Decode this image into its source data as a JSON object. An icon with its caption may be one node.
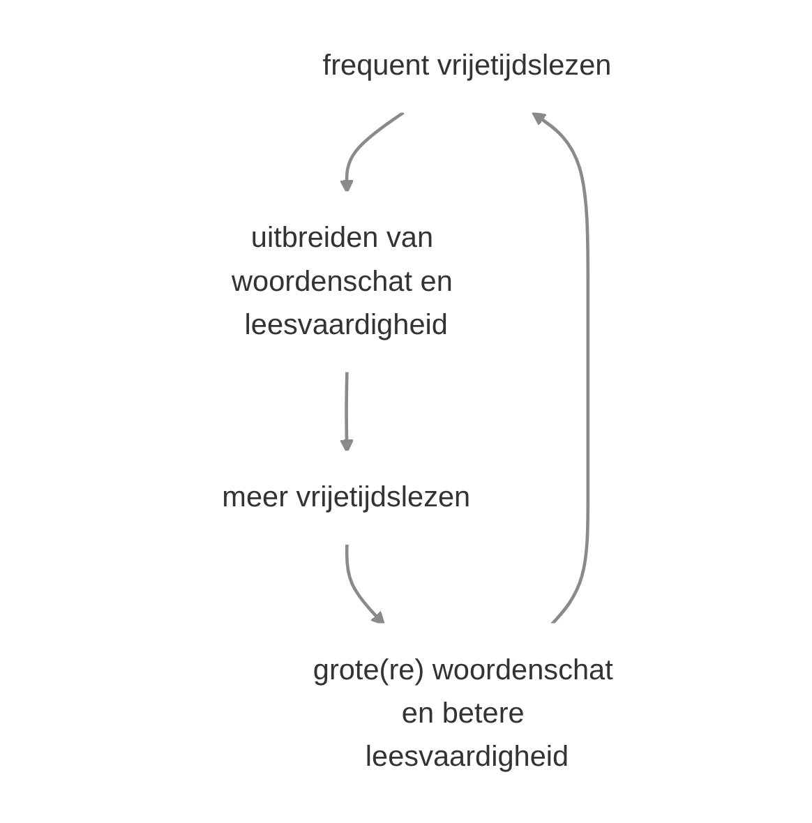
{
  "diagram": {
    "nodes": [
      {
        "text": [
          "frequent vrijetijdslezen"
        ]
      },
      {
        "text": [
          "uitbreiden van woordenschat en leesvaardigheid"
        ]
      },
      {
        "text": [
          "meer vrijetijdslezen"
        ]
      },
      {
        "text": [
          "grote(re) woordenschat en betere leesvaardigheid"
        ]
      }
    ],
    "edges": [
      {
        "from": 0,
        "to": 1,
        "arrow": "to"
      },
      {
        "from": 1,
        "to": 2,
        "arrow": "to"
      },
      {
        "from": 2,
        "to": 3,
        "arrow": "to"
      },
      {
        "from": 3,
        "to": 0,
        "arrow": "to"
      }
    ]
  }
}
